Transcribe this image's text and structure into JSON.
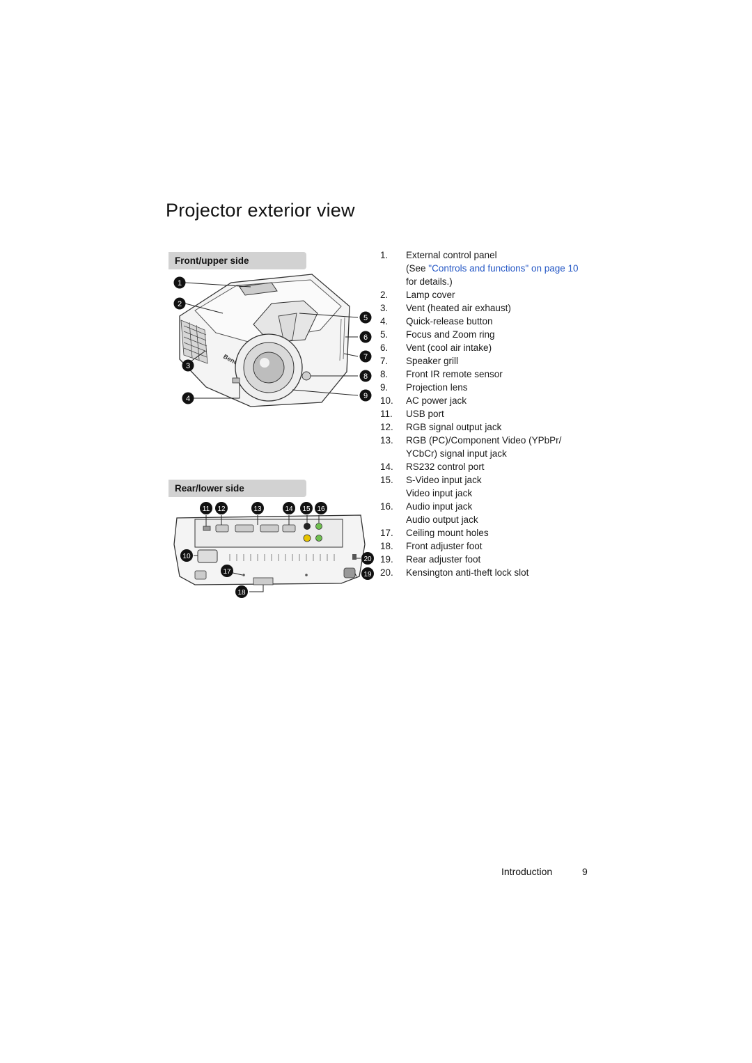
{
  "page": {
    "title": "Projector exterior view",
    "front_header": "Front/upper side",
    "rear_header": "Rear/lower side"
  },
  "parts": [
    {
      "num": "1.",
      "text": "External control panel"
    },
    {
      "num": "",
      "text_pre": "(See ",
      "link": "\"Controls and functions\" on page 10",
      "text_post": ""
    },
    {
      "num": "",
      "text": "for details.)"
    },
    {
      "num": "2.",
      "text": "Lamp cover"
    },
    {
      "num": "3.",
      "text": "Vent (heated air exhaust)"
    },
    {
      "num": "4.",
      "text": "Quick-release button"
    },
    {
      "num": "5.",
      "text": "Focus and Zoom ring"
    },
    {
      "num": "6.",
      "text": "Vent (cool air intake)"
    },
    {
      "num": "7.",
      "text": "Speaker grill"
    },
    {
      "num": "8.",
      "text": "Front IR remote sensor"
    },
    {
      "num": "9.",
      "text": "Projection lens"
    },
    {
      "num": "10.",
      "text": "AC power jack"
    },
    {
      "num": "11.",
      "text": "USB port"
    },
    {
      "num": "12.",
      "text": "RGB signal output jack"
    },
    {
      "num": "13.",
      "text": "RGB (PC)/Component Video (YPbPr/"
    },
    {
      "num": "",
      "text": "YCbCr) signal input jack"
    },
    {
      "num": "14.",
      "text": "RS232 control port"
    },
    {
      "num": "15.",
      "text": "S-Video input jack"
    },
    {
      "num": "",
      "text": "Video input jack"
    },
    {
      "num": "16.",
      "text": "Audio input jack"
    },
    {
      "num": "",
      "text": "Audio output jack"
    },
    {
      "num": "17.",
      "text": "Ceiling mount holes"
    },
    {
      "num": "18.",
      "text": "Front adjuster foot"
    },
    {
      "num": "19.",
      "text": "Rear adjuster foot"
    },
    {
      "num": "20.",
      "text": "Kensington anti-theft lock slot"
    }
  ],
  "front_callouts": [
    "1",
    "2",
    "3",
    "4",
    "5",
    "6",
    "7",
    "8",
    "9"
  ],
  "rear_callouts": [
    "10",
    "11",
    "12",
    "13",
    "14",
    "15",
    "16",
    "17",
    "18",
    "19",
    "20"
  ],
  "footer": {
    "section": "Introduction",
    "page_number": "9"
  },
  "colors": {
    "link": "#2457c5",
    "header_bg": "#d2d2d2"
  }
}
